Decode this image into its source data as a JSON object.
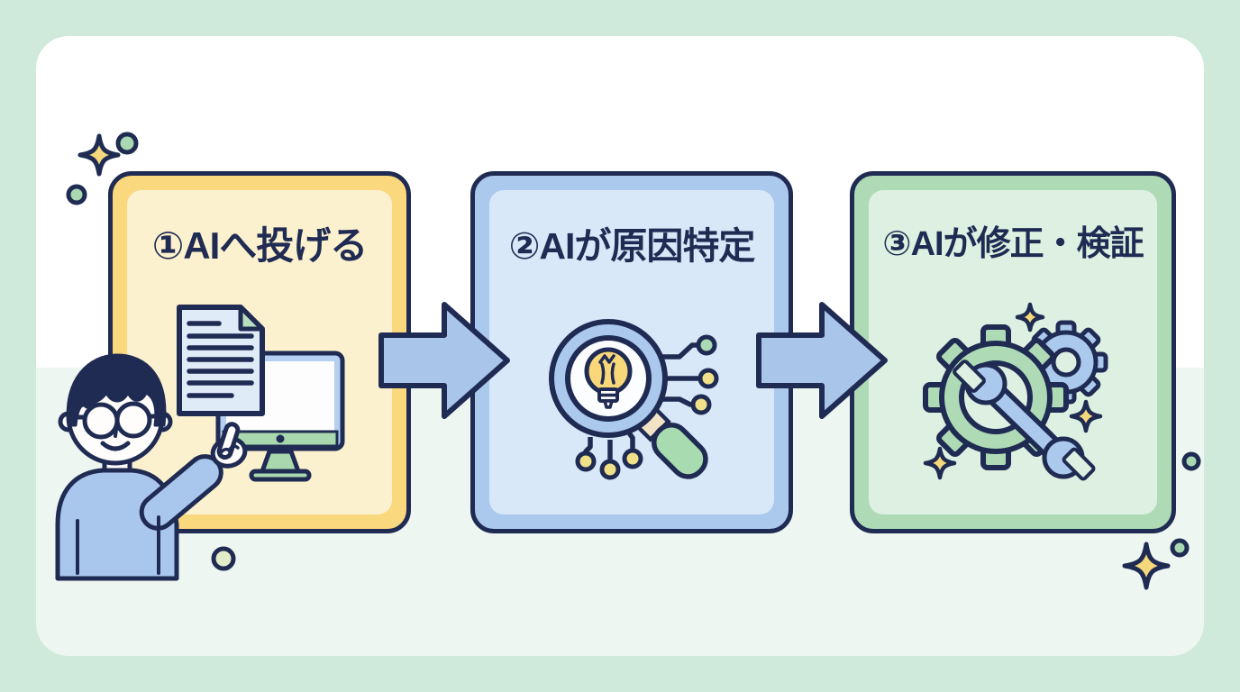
{
  "diagram": {
    "type": "process-flow",
    "steps": [
      {
        "label": "①AIへ投げる",
        "icon": "document-monitor-icon",
        "card_color": "#f9d87e",
        "card_inner_color": "#fcf1cf"
      },
      {
        "label": "②AIが原因特定",
        "icon": "magnifier-lightbulb-circuit-icon",
        "card_color": "#aac9ed",
        "card_inner_color": "#d9e8f8"
      },
      {
        "label": "③AIが修正・検証",
        "icon": "gears-wrench-icon",
        "card_color": "#aedbb6",
        "card_inner_color": "#ddf0e1"
      }
    ],
    "colors": {
      "background": "#cfeadb",
      "panel_top": "#ffffff",
      "panel_bottom": "#edf6f0",
      "outline_navy": "#1f2b52",
      "arrow_blue": "#a9c5ea",
      "sparkle_yellow": "#f6d87c",
      "dot_green": "#a9d8b1",
      "bulb_yellow": "#f8d878",
      "handle_green": "#a8dbb0",
      "shirt_blue": "#a9c6ec"
    }
  }
}
